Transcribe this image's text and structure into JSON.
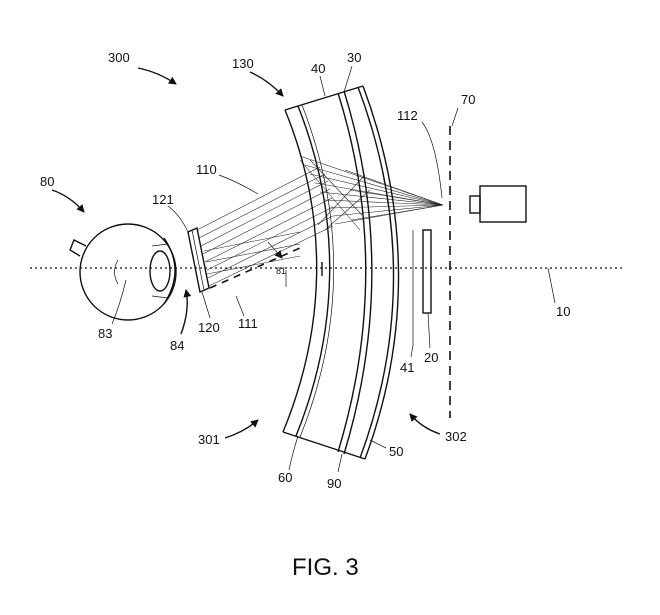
{
  "figure": {
    "caption": "FIG. 3",
    "labels": {
      "l300": "300",
      "l130": "130",
      "l40": "40",
      "l30": "30",
      "l112": "112",
      "l70": "70",
      "l80": "80",
      "l110": "110",
      "l121": "121",
      "l10": "10",
      "l81": "81",
      "l83": "83",
      "l120": "120",
      "l111": "111",
      "l84": "84",
      "l41": "41",
      "l20": "20",
      "l301": "301",
      "l302": "302",
      "l50": "50",
      "l60": "60",
      "l90": "90"
    }
  }
}
